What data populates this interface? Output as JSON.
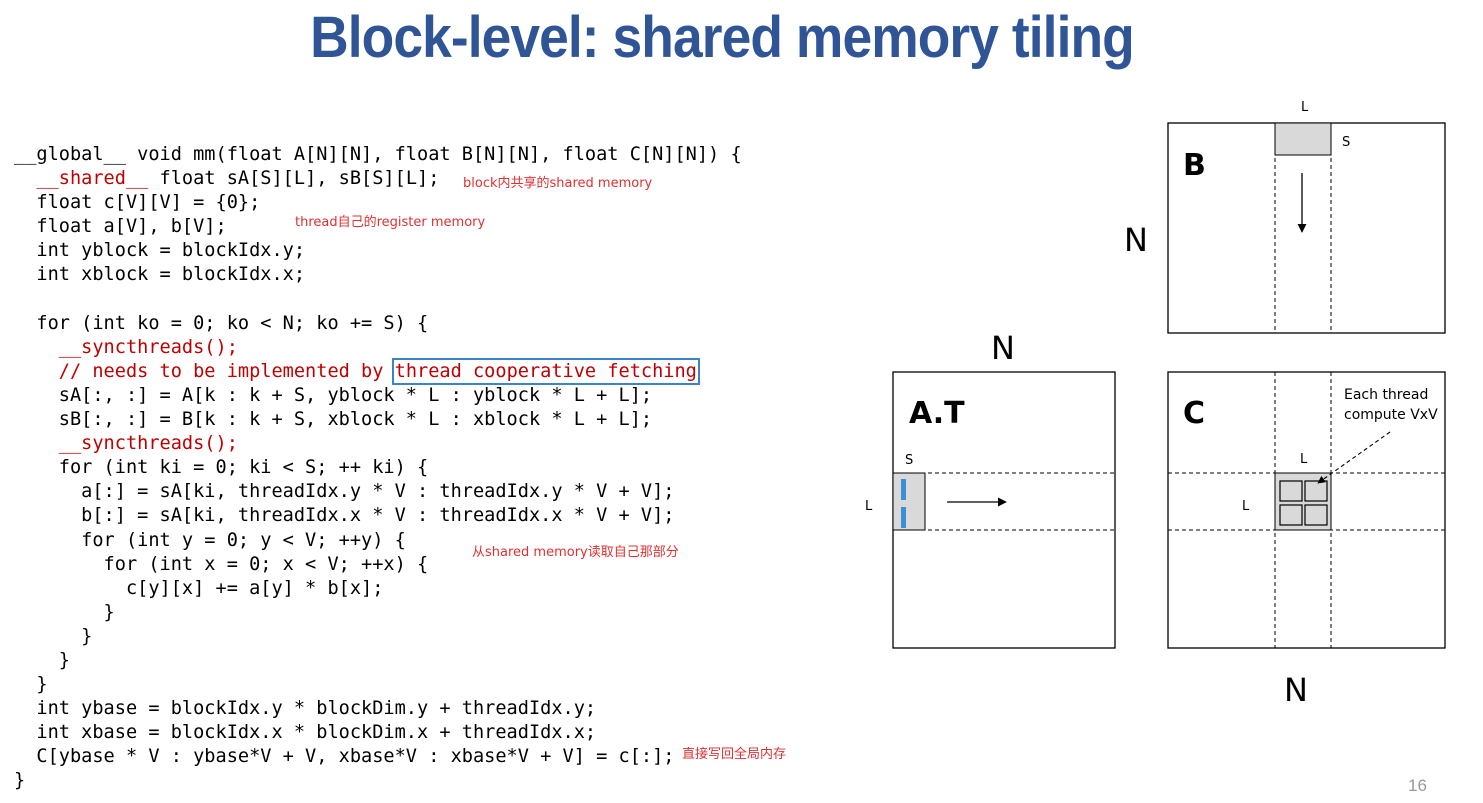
{
  "title": "Block-level: shared memory tiling",
  "code": {
    "lines": [
      {
        "segments": [
          {
            "text": "__global__ void mm(float A[N][N], float B[N][N], float C[N][N]) {"
          }
        ]
      },
      {
        "segments": [
          {
            "text": "  "
          },
          {
            "text": "__shared__",
            "style": "red"
          },
          {
            "text": " float sA[S][L], sB[S][L];"
          }
        ]
      },
      {
        "segments": [
          {
            "text": "  float c[V][V] = {0};"
          }
        ]
      },
      {
        "segments": [
          {
            "text": "  float a[V], b[V];"
          }
        ]
      },
      {
        "segments": [
          {
            "text": "  int yblock = blockIdx.y;"
          }
        ]
      },
      {
        "segments": [
          {
            "text": "  int xblock = blockIdx.x;"
          }
        ]
      },
      {
        "segments": [
          {
            "text": ""
          }
        ]
      },
      {
        "segments": [
          {
            "text": "  for (int ko = 0; ko < N; ko += S) {"
          }
        ]
      },
      {
        "segments": [
          {
            "text": "    "
          },
          {
            "text": "__syncthreads();",
            "style": "red"
          }
        ]
      },
      {
        "segments": [
          {
            "text": "    "
          },
          {
            "text": "// needs to be implemented by ",
            "style": "red"
          },
          {
            "text": "thread cooperative fetching",
            "style": "red boxed"
          }
        ]
      },
      {
        "segments": [
          {
            "text": "    sA[:, :] = A[k : k + S, yblock * L : yblock * L + L];"
          }
        ]
      },
      {
        "segments": [
          {
            "text": "    sB[:, :] = B[k : k + S, xblock * L : xblock * L + L];"
          }
        ]
      },
      {
        "segments": [
          {
            "text": "    "
          },
          {
            "text": "__syncthreads();",
            "style": "red"
          }
        ]
      },
      {
        "segments": [
          {
            "text": "    for (int ki = 0; ki < S; ++ ki) {"
          }
        ]
      },
      {
        "segments": [
          {
            "text": "      a[:] = sA[ki, threadIdx.y * V : threadIdx.y * V + V];"
          }
        ]
      },
      {
        "segments": [
          {
            "text": "      b[:] = sA[ki, threadIdx.x * V : threadIdx.x * V + V];"
          }
        ]
      },
      {
        "segments": [
          {
            "text": "      for (int y = 0; y < V; ++y) {"
          }
        ]
      },
      {
        "segments": [
          {
            "text": "        for (int x = 0; x < V; ++x) {"
          }
        ]
      },
      {
        "segments": [
          {
            "text": "          c[y][x] += a[y] * b[x];"
          }
        ]
      },
      {
        "segments": [
          {
            "text": "        }"
          }
        ]
      },
      {
        "segments": [
          {
            "text": "      }"
          }
        ]
      },
      {
        "segments": [
          {
            "text": "    }"
          }
        ]
      },
      {
        "segments": [
          {
            "text": "  }"
          }
        ]
      },
      {
        "segments": [
          {
            "text": "  int ybase = blockIdx.y * blockDim.y + threadIdx.y;"
          }
        ]
      },
      {
        "segments": [
          {
            "text": "  int xbase = blockIdx.x * blockDim.x + threadIdx.x;"
          }
        ]
      },
      {
        "segments": [
          {
            "text": "  C[ybase * V : ybase*V + V, xbase*V : xbase*V + V] = c[:];"
          }
        ]
      },
      {
        "segments": [
          {
            "text": "}"
          }
        ]
      }
    ]
  },
  "notes": {
    "shared": "block内共享的shared memory",
    "register": "thread自己的register memory",
    "read": "从shared memory读取自己那部分",
    "write": "直接写回全局内存"
  },
  "diagram": {
    "matrix_b": {
      "name": "B",
      "dim_left": "N",
      "tile_width": "L",
      "tile_height": "S"
    },
    "matrix_at": {
      "name": "A.T",
      "dim_top": "N",
      "tile_width": "S",
      "tile_height": "L"
    },
    "matrix_c": {
      "name": "C",
      "dim_bottom": "N",
      "tile_width": "L",
      "tile_height": "L",
      "annotation_line1": "Each thread",
      "annotation_line2": "compute VxV"
    },
    "highlight_color": "#3b8fd9",
    "tile_fill": "#d9d9d9"
  },
  "page_number": "16"
}
